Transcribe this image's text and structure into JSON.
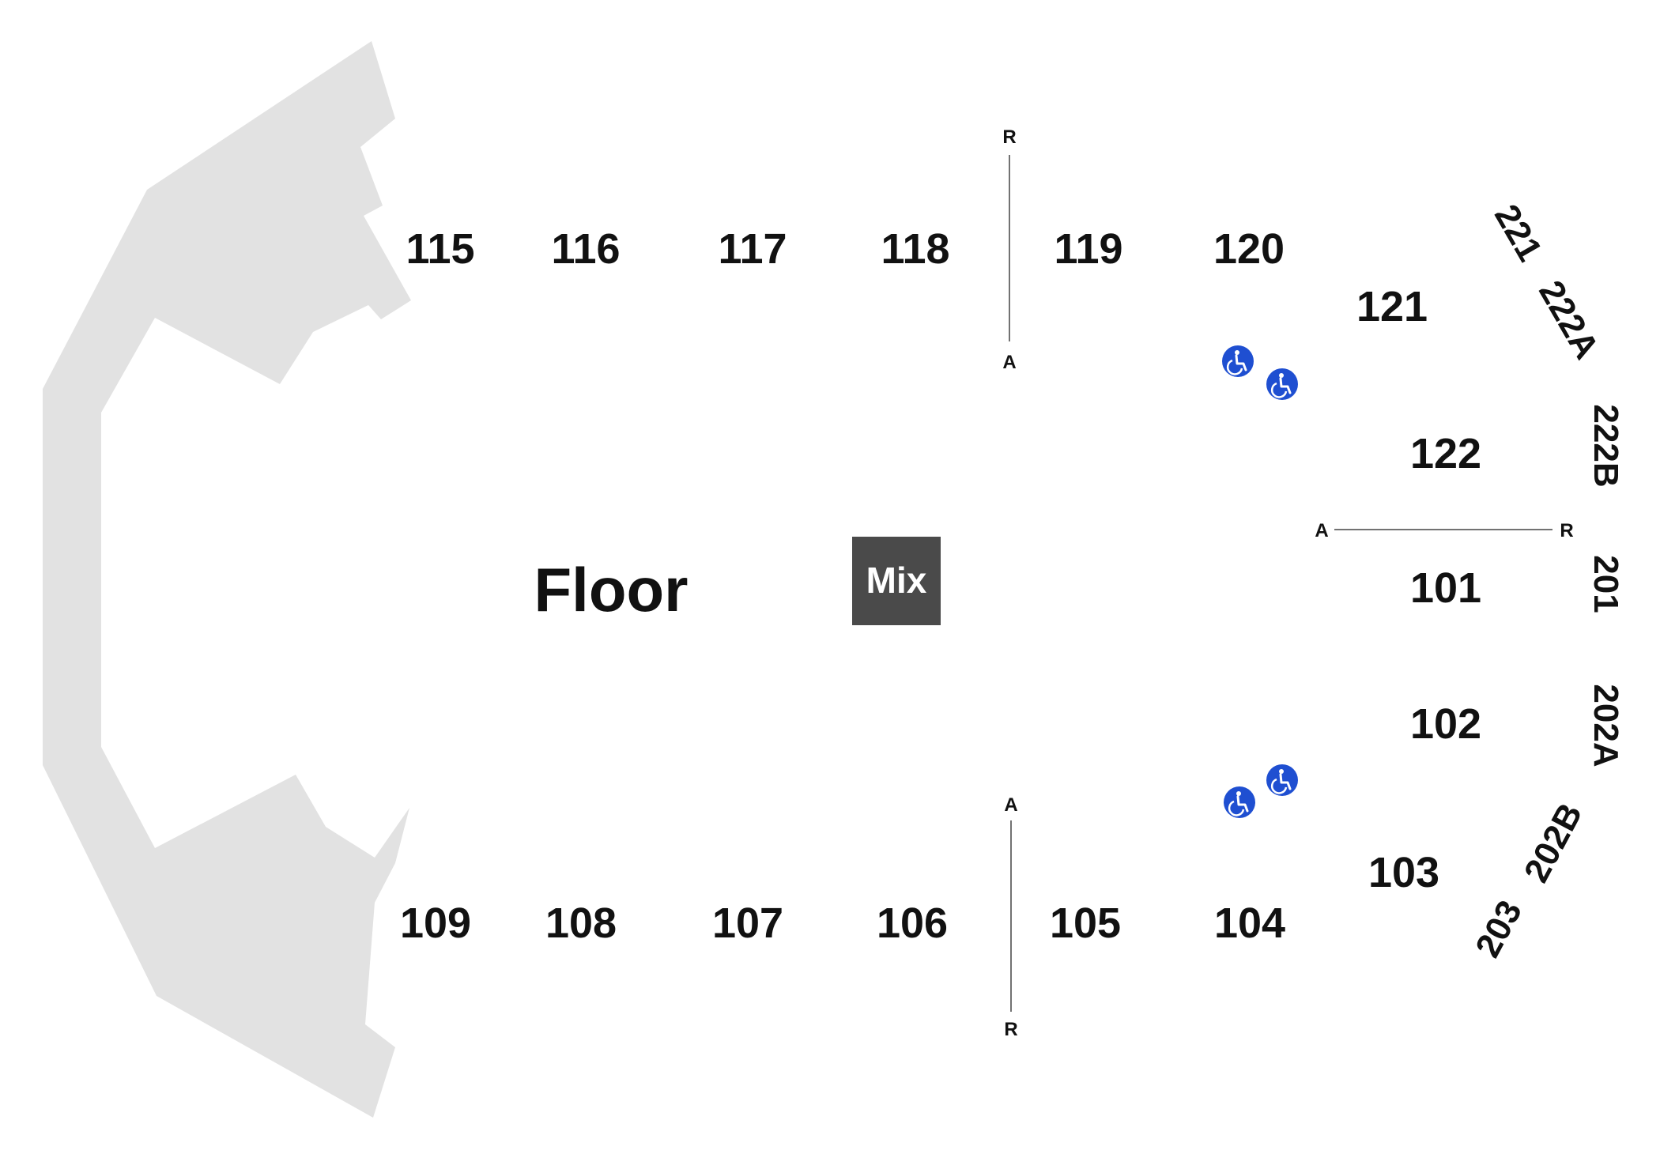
{
  "colors": {
    "stage": "#e2e2e2",
    "mix_board": "#4a4a4a",
    "accessible": "#1f4fd1",
    "text": "#111111",
    "divider": "#444444"
  },
  "floor": {
    "label": "Floor"
  },
  "mix": {
    "label": "Mix"
  },
  "sections_top": [
    "115",
    "116",
    "117",
    "118",
    "119",
    "120"
  ],
  "sections_bottom": [
    "109",
    "108",
    "107",
    "106",
    "105",
    "104"
  ],
  "sections_side": {
    "s121": "121",
    "s122": "122",
    "s101": "101",
    "s102": "102",
    "s103": "103"
  },
  "sections_upper": {
    "s221": "221",
    "s222a": "222A",
    "s222b": "222B",
    "s201": "201",
    "s202a": "202A",
    "s202b": "202B",
    "s203": "203"
  },
  "row_markers": {
    "top_start": "R",
    "top_end": "A",
    "bottom_start": "A",
    "bottom_end": "R",
    "side_start": "A",
    "side_end": "R"
  },
  "icons": {
    "accessible": "wheelchair-icon"
  }
}
